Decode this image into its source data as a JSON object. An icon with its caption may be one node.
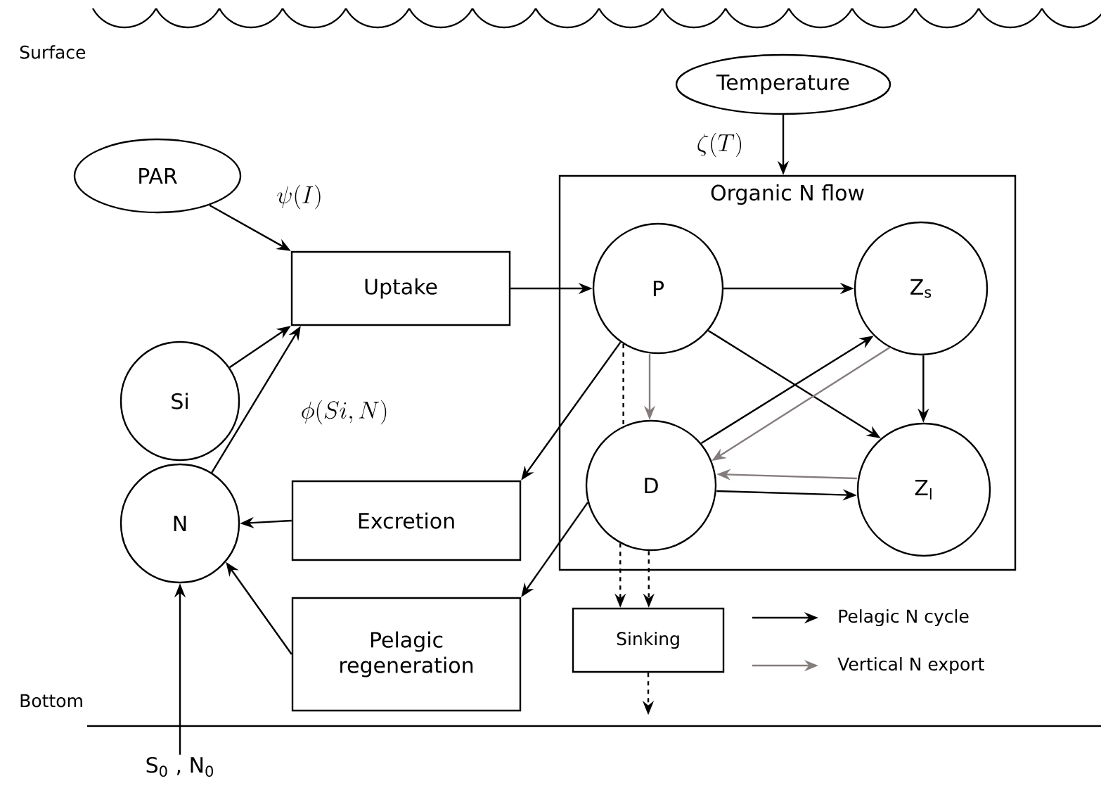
{
  "diagram": {
    "nodes": [
      {
        "text": [
          "PAR"
        ]
      },
      {
        "text": [
          "Temperature"
        ]
      },
      {
        "text": [
          "Uptake"
        ]
      },
      {
        "text": [
          "Organic N flow"
        ]
      },
      {
        "text": [
          "P"
        ],
        "in": 3
      },
      {
        "text": [
          "Z$_{s}$"
        ],
        "in": 3
      },
      {
        "text": [
          "D"
        ],
        "in": 3
      },
      {
        "text": [
          "Z$_{l}$"
        ],
        "in": 3
      },
      {
        "text": [
          "Si"
        ]
      },
      {
        "text": [
          "N"
        ]
      },
      {
        "text": [
          "Excretion"
        ]
      },
      {
        "text": [
          "Pelagic regeneration"
        ]
      },
      {
        "text": [
          "Sinking"
        ]
      },
      {
        "text": [
          "S$_{0}$ , N$_{0}$"
        ]
      }
    ],
    "edges": [
      {
        "from": 0,
        "to": 2,
        "arrow": "to",
        "label": "\\psi(I)"
      },
      {
        "from": 8,
        "to": 2,
        "arrow": "to"
      },
      {
        "from": 9,
        "to": 2,
        "arrow": "to",
        "label": "\\phi(Si,N)"
      },
      {
        "from": 1,
        "to": 3,
        "arrow": "to",
        "label": "\\zeta(T)"
      },
      {
        "from": 2,
        "to": 4,
        "arrow": "to"
      },
      {
        "from": 4,
        "to": 5,
        "arrow": "to"
      },
      {
        "from": 4,
        "to": 7,
        "arrow": "to"
      },
      {
        "from": 5,
        "to": 7,
        "arrow": "to"
      },
      {
        "from": 6,
        "to": 5,
        "arrow": "to"
      },
      {
        "from": 6,
        "to": 7,
        "arrow": "to"
      },
      {
        "from": 4,
        "to": 6,
        "arrow": "to",
        "color": "#857c7c"
      },
      {
        "from": 5,
        "to": 6,
        "arrow": "to",
        "color": "#857c7c"
      },
      {
        "from": 7,
        "to": 6,
        "arrow": "to",
        "color": "#857c7c"
      },
      {
        "from": 4,
        "to": 10,
        "arrow": "to"
      },
      {
        "from": 6,
        "to": 11,
        "arrow": "to"
      },
      {
        "from": 10,
        "to": 9,
        "arrow": "to"
      },
      {
        "from": 11,
        "to": 9,
        "arrow": "to"
      },
      {
        "from": 13,
        "to": 9,
        "arrow": "to"
      },
      {
        "from": 4,
        "to": 6,
        "arrow": "none",
        "style": "dashed"
      },
      {
        "from": 6,
        "to": 12,
        "arrow": "to",
        "style": "dashed"
      },
      {
        "from": 6,
        "to": 12,
        "arrow": "to",
        "style": "dashed"
      },
      {
        "from": 12,
        "to": null,
        "arrow": "to",
        "style": "dashed"
      }
    ],
    "labels": [
      "Surface",
      "Bottom"
    ],
    "legend": [
      {
        "text": "Pelagic N cycle"
      },
      {
        "text": "Vertical N export"
      }
    ]
  }
}
